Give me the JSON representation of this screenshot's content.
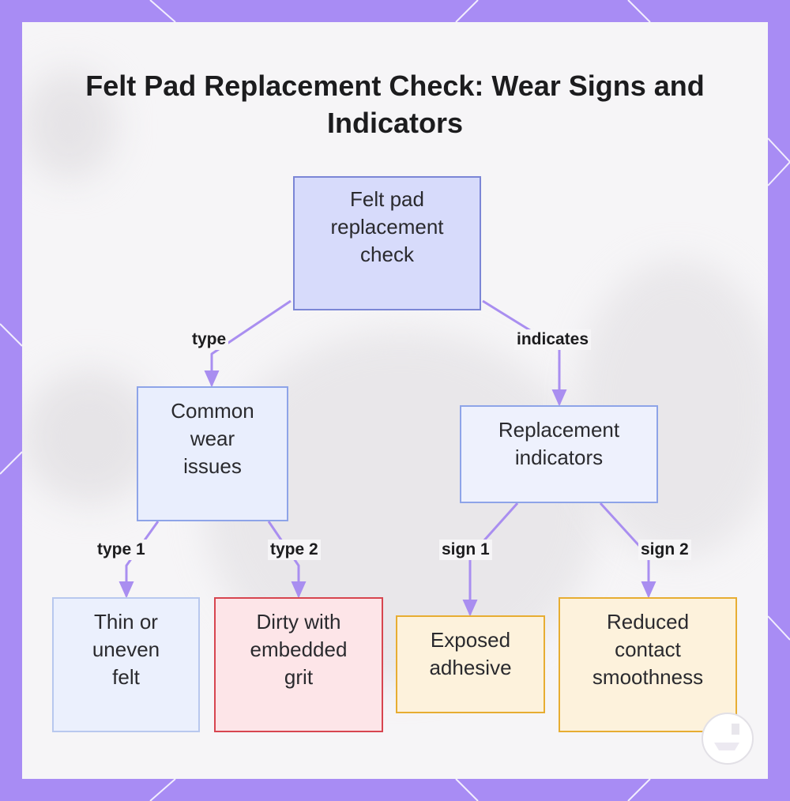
{
  "title": "Felt Pad Replacement Check: Wear Signs and Indicators",
  "nodes": {
    "root": [
      "Felt pad",
      "replacement",
      "check"
    ],
    "wear": [
      "Common",
      "wear",
      "issues"
    ],
    "indicators": [
      "Replacement",
      "indicators"
    ],
    "thin": [
      "Thin or",
      "uneven",
      "felt"
    ],
    "dirty": [
      "Dirty with",
      "embedded",
      "grit"
    ],
    "exposed": [
      "Exposed",
      "adhesive"
    ],
    "reduced": [
      "Reduced",
      "contact",
      "smoothness"
    ]
  },
  "edges": {
    "type": "type",
    "indicates": "indicates",
    "type1": "type 1",
    "type2": "type 2",
    "sign1": "sign 1",
    "sign2": "sign 2"
  },
  "colors": {
    "frame": "#a88cf4",
    "edge": "#a98ef0",
    "root_fill": "#d7dbfb",
    "dirty_border": "#d7454f",
    "amber_border": "#e7ad32"
  },
  "icons": {
    "brand": "logo-mark-icon"
  }
}
